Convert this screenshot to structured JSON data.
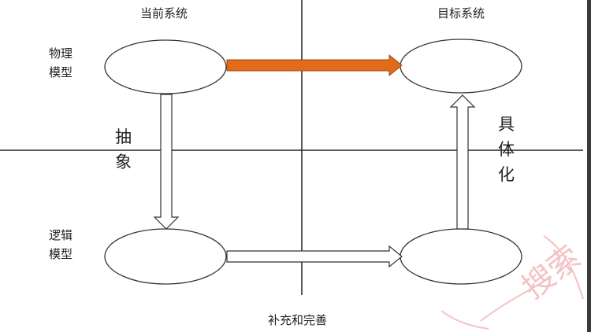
{
  "labels": {
    "current_system": "当前系统",
    "target_system": "目标系统",
    "physical_model_line1": "物理",
    "physical_model_line2": "模型",
    "logical_model_line1": "逻辑",
    "logical_model_line2": "模型",
    "abstract_char1": "抽",
    "abstract_char2": "象",
    "concretize_char1": "具",
    "concretize_char2": "体",
    "concretize_char3": "化",
    "supplement_improve": "补充和完善"
  },
  "watermark": {
    "text": "搜索"
  },
  "colors": {
    "highlight_arrow": "#E26B1A",
    "outline": "#333333",
    "watermark": "#F2C4C4"
  }
}
